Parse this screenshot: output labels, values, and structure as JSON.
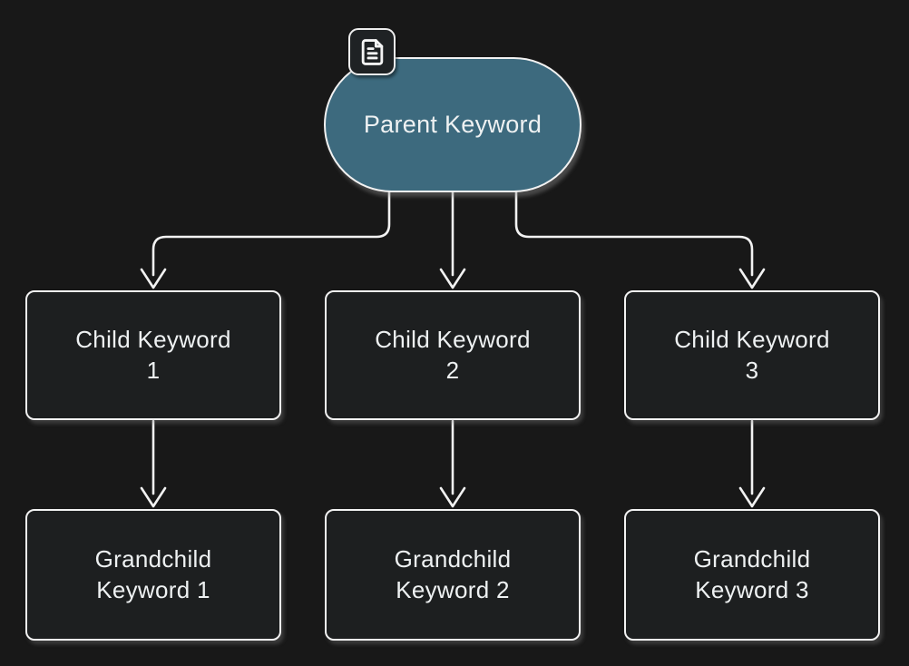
{
  "diagram": {
    "type": "flowchart",
    "direction": "top-down",
    "theme": {
      "background": "#181818",
      "node_fill": "#1d1f20",
      "node_border": "#f2f2f2",
      "text_color": "#eef1f2",
      "parent_fill": "#3d6a7e",
      "connector_color": "#f2f2f2"
    },
    "parent": {
      "id": "parent",
      "label": "Parent Keyword",
      "shape": "stadium",
      "icon": "file-text-icon"
    },
    "children": [
      {
        "id": "child-1",
        "line1": "Child Keyword",
        "line2": "1"
      },
      {
        "id": "child-2",
        "line1": "Child Keyword",
        "line2": "2"
      },
      {
        "id": "child-3",
        "line1": "Child Keyword",
        "line2": "3"
      }
    ],
    "grandchildren": [
      {
        "id": "grandchild-1",
        "line1": "Grandchild",
        "line2": "Keyword 1"
      },
      {
        "id": "grandchild-2",
        "line1": "Grandchild",
        "line2": "Keyword 2"
      },
      {
        "id": "grandchild-3",
        "line1": "Grandchild",
        "line2": "Keyword 3"
      }
    ],
    "edges": [
      {
        "from": "parent",
        "to": "child-1"
      },
      {
        "from": "parent",
        "to": "child-2"
      },
      {
        "from": "parent",
        "to": "child-3"
      },
      {
        "from": "child-1",
        "to": "grandchild-1"
      },
      {
        "from": "child-2",
        "to": "grandchild-2"
      },
      {
        "from": "child-3",
        "to": "grandchild-3"
      }
    ]
  }
}
